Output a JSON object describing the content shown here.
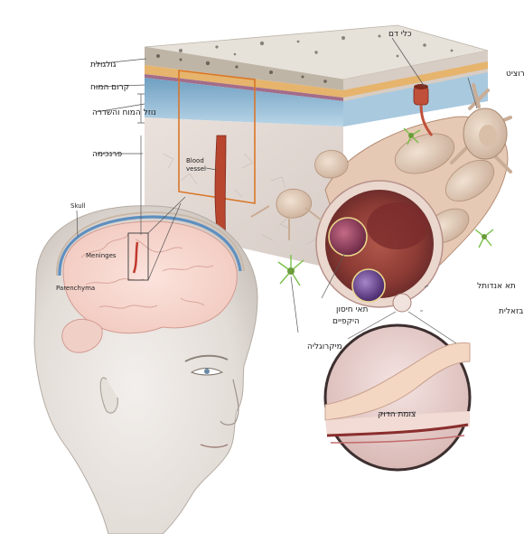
{
  "labels": {
    "skull_he": "גולגולת",
    "meninges_he": "קרום המוח",
    "csf_he": "נוזל המוח והשדרה",
    "parenchyma_he": "פרנכימה",
    "blood_vessel_he": "כלי דם",
    "astrocyte_he": "אסטרוציט",
    "endothelial_he": "תא אנדותל",
    "basal_membrane_he": "ממברנה בזאלית",
    "pericytes_he_line1": "תאי חיסון",
    "pericytes_he_line2": "היקפיים",
    "microglia_he": "מיקרוגליה",
    "tight_junction_he": "צומת הדוק",
    "skull_en": "Skull",
    "meninges_en": "Meninges",
    "parenchyma_en": "Parenchyma",
    "blood_en_line1": "Blood",
    "blood_en_line2": "vessel"
  },
  "colors": {
    "bone": "#d8d2c6",
    "csf_blue": "#9cc3dc",
    "tissue_pink": "#ecd6d0",
    "vessel_red": "#b8452e",
    "accent_orange": "#d9772a",
    "skin": "#e9e4e0"
  }
}
